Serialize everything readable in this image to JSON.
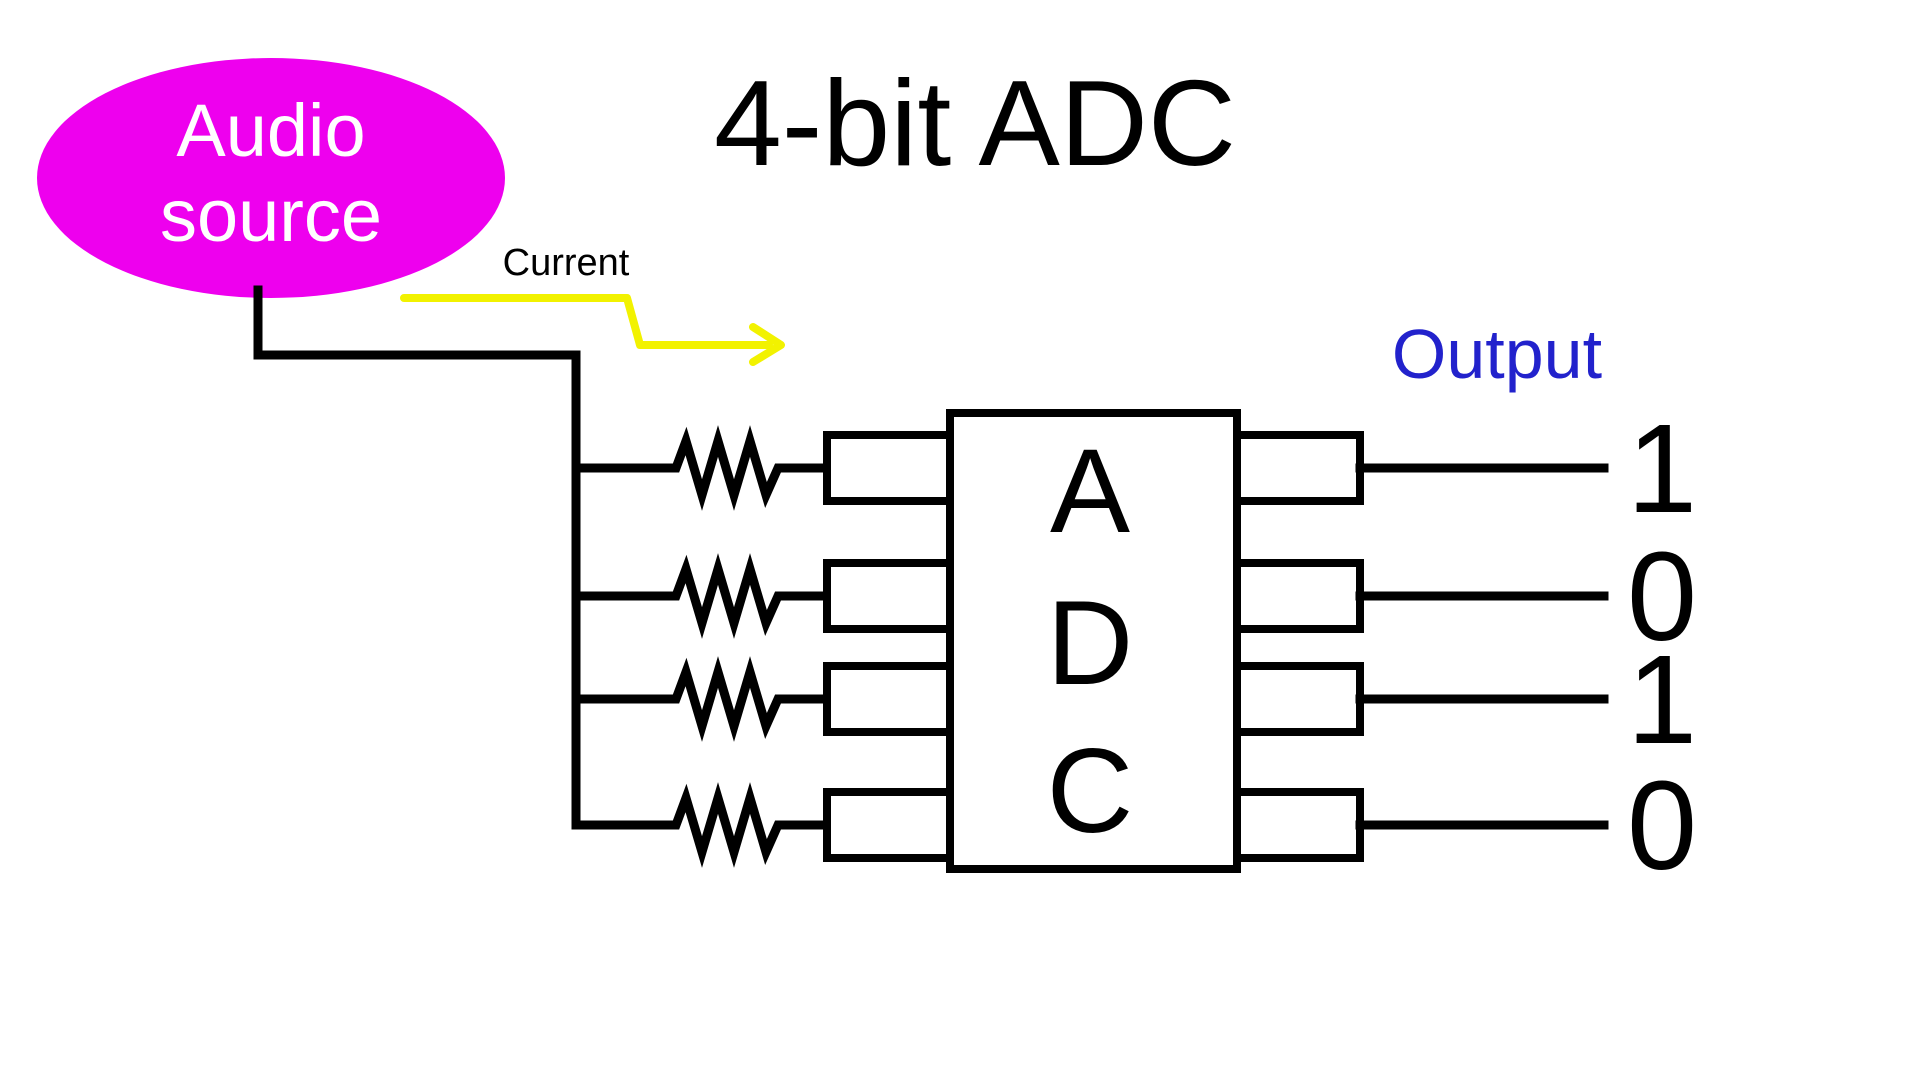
{
  "title": "4-bit ADC",
  "audio_source": {
    "line1": "Audio",
    "line2": "source"
  },
  "labels": {
    "current": "Current",
    "output": "Output"
  },
  "adc": {
    "letters": [
      "A",
      "D",
      "C"
    ]
  },
  "output_bits": [
    "1",
    "0",
    "1",
    "0"
  ],
  "colors": {
    "source_fill": "#EE00EE",
    "arrow": "#F2F200",
    "output_label": "#2222CC",
    "wire": "#000000"
  }
}
